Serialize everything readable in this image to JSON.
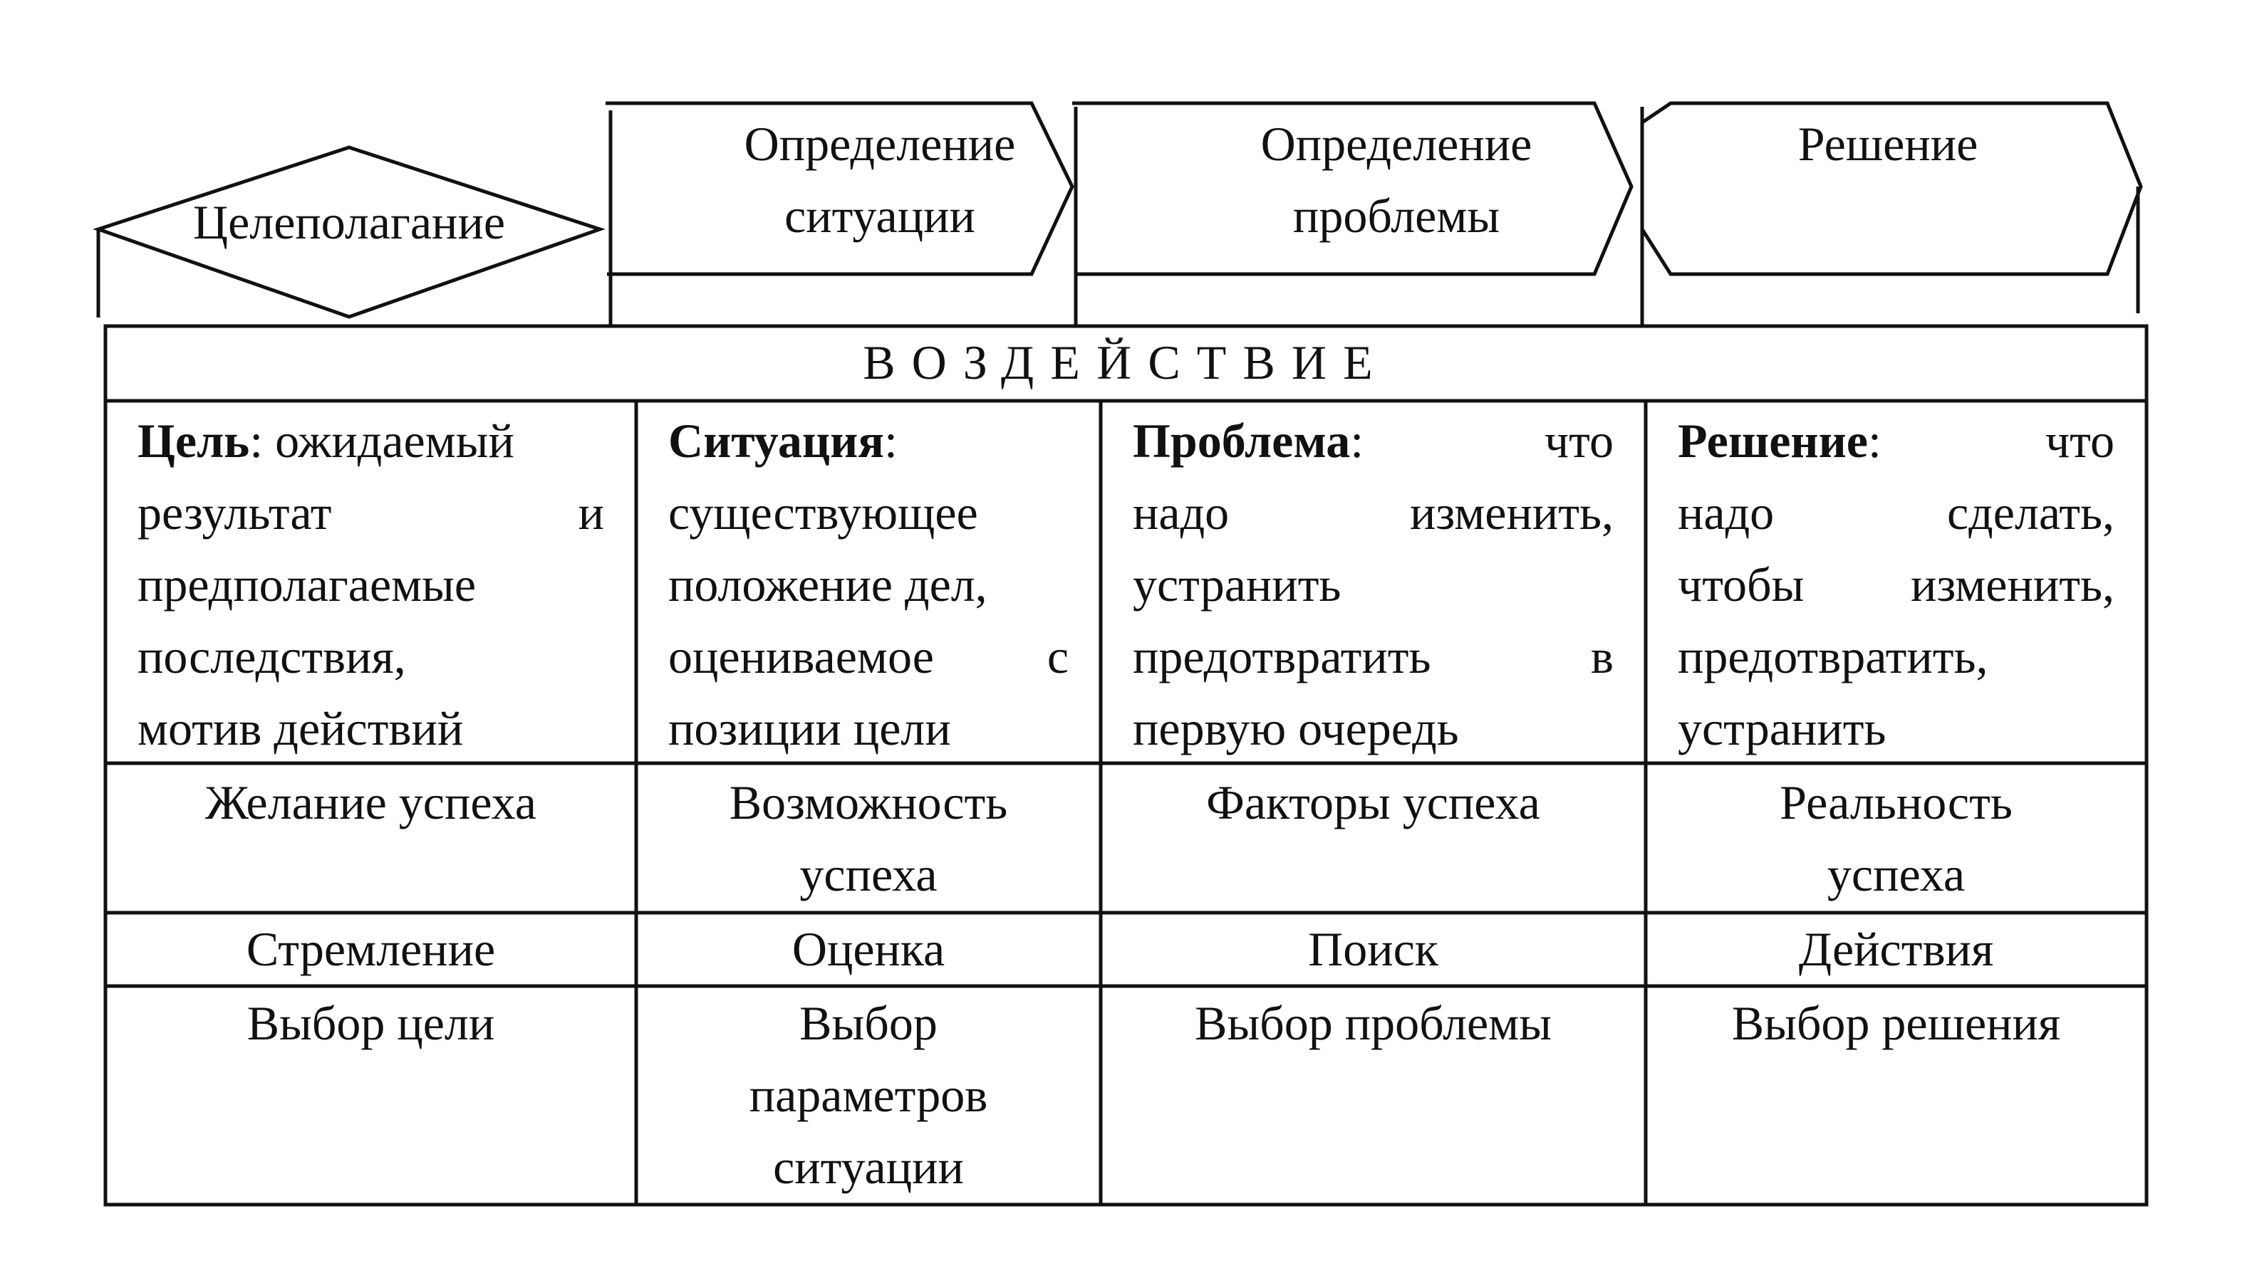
{
  "header": {
    "stages": [
      {
        "label_lines": [
          "Целеполагание"
        ]
      },
      {
        "label_lines": [
          "Определение",
          "ситуации"
        ]
      },
      {
        "label_lines": [
          "Определение",
          "проблемы"
        ]
      },
      {
        "label_lines": [
          "Решение"
        ]
      }
    ]
  },
  "table": {
    "banner": "ВОЗДЕЙСТВИЕ",
    "definitions": [
      {
        "term": "Цель",
        "lines": [
          [
            {
              "t": "Цель",
              "b": true
            },
            {
              "t": ": ожидаемый"
            }
          ],
          [
            {
              "t": "результат"
            },
            {
              "t": "и"
            }
          ],
          [
            {
              "t": "предполагаемые"
            }
          ],
          [
            {
              "t": "последствия,"
            }
          ],
          [
            {
              "t": "мотив действий"
            }
          ]
        ]
      },
      {
        "term": "Ситуация",
        "lines": [
          [
            {
              "t": "Ситуация",
              "b": true
            },
            {
              "t": ":"
            }
          ],
          [
            {
              "t": "существующее"
            }
          ],
          [
            {
              "t": "положение дел,"
            }
          ],
          [
            {
              "t": "оцениваемое"
            },
            {
              "t": "с"
            }
          ],
          [
            {
              "t": "позиции цели"
            }
          ]
        ]
      },
      {
        "term": "Проблема",
        "lines": [
          [
            {
              "t": "Проблема",
              "b": true
            },
            {
              "t": ":"
            },
            {
              "t": "что"
            }
          ],
          [
            {
              "t": "надо"
            },
            {
              "t": "изменить,"
            }
          ],
          [
            {
              "t": "устранить"
            }
          ],
          [
            {
              "t": "предотвратить"
            },
            {
              "t": "в"
            }
          ],
          [
            {
              "t": "первую очередь"
            }
          ]
        ]
      },
      {
        "term": "Решение",
        "lines": [
          [
            {
              "t": "Решение",
              "b": true
            },
            {
              "t": ":"
            },
            {
              "t": "что"
            }
          ],
          [
            {
              "t": "надо"
            },
            {
              "t": "сделать,"
            }
          ],
          [
            {
              "t": "чтобы"
            },
            {
              "t": "изменить,"
            }
          ],
          [
            {
              "t": "предотвратить,"
            }
          ],
          [
            {
              "t": "устранить"
            }
          ]
        ]
      }
    ],
    "rows": [
      {
        "name": "success",
        "cells": [
          [
            "Желание успеха"
          ],
          [
            "Возможность",
            "успеха"
          ],
          [
            "Факторы успеха"
          ],
          [
            "Реальность",
            "успеха"
          ]
        ]
      },
      {
        "name": "action",
        "cells": [
          [
            "Стремление"
          ],
          [
            "Оценка"
          ],
          [
            "Поиск"
          ],
          [
            "Действия"
          ]
        ]
      },
      {
        "name": "choice",
        "cells": [
          [
            "Выбор цели"
          ],
          [
            "Выбор",
            "параметров",
            "ситуации"
          ],
          [
            "Выбор проблемы"
          ],
          [
            "Выбор решения"
          ]
        ]
      }
    ]
  }
}
